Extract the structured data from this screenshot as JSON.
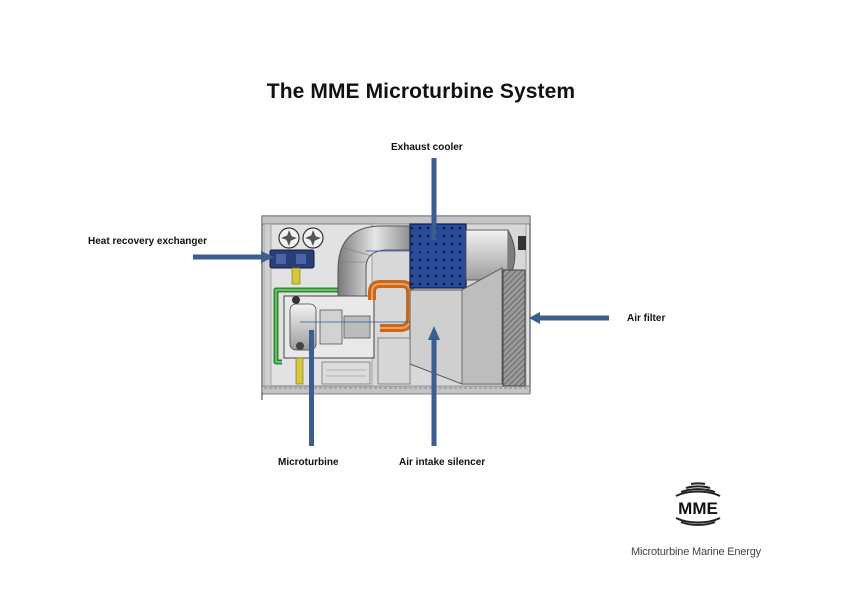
{
  "title": "The MME Microturbine System",
  "labels": {
    "exhaust_cooler": "Exhaust cooler",
    "heat_recovery_exchanger": "Heat recovery exchanger",
    "air_filter": "Air filter",
    "microturbine": "Microturbine",
    "air_intake_silencer": "Air intake silencer"
  },
  "logo": {
    "mark": "MME",
    "name": "Microturbine Marine Energy"
  },
  "colors": {
    "pointer": "#3c5e8e",
    "cooler": "#22408c",
    "duct": "#c8681e",
    "pipe": "#2f8a2f",
    "housing": "#d4d4d4"
  }
}
